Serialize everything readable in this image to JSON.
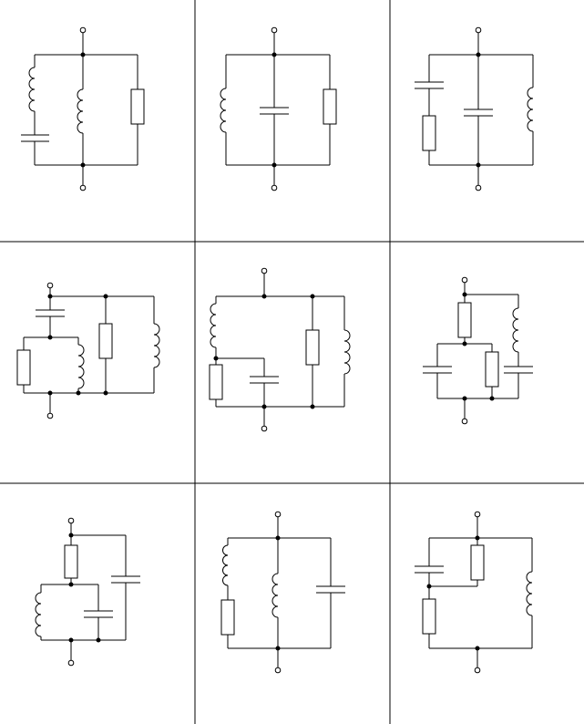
{
  "sheet": {
    "rows": 3,
    "cols": 3,
    "colors": {
      "background": "#ffffff",
      "ink": "#000000"
    }
  },
  "circuits": [
    {
      "id": "c1",
      "row": 1,
      "col": 1,
      "components": [
        "inductor",
        "capacitor",
        "inductor",
        "resistor"
      ]
    },
    {
      "id": "c2",
      "row": 1,
      "col": 2,
      "components": [
        "inductor",
        "capacitor",
        "resistor"
      ]
    },
    {
      "id": "c3",
      "row": 1,
      "col": 3,
      "components": [
        "capacitor",
        "resistor",
        "capacitor",
        "inductor"
      ]
    },
    {
      "id": "c4",
      "row": 2,
      "col": 1,
      "components": [
        "capacitor",
        "resistor",
        "inductor",
        "resistor",
        "inductor"
      ]
    },
    {
      "id": "c5",
      "row": 2,
      "col": 2,
      "components": [
        "inductor",
        "resistor",
        "capacitor",
        "resistor",
        "inductor"
      ]
    },
    {
      "id": "c6",
      "row": 2,
      "col": 3,
      "components": [
        "resistor",
        "inductor",
        "capacitor",
        "resistor",
        "capacitor"
      ]
    },
    {
      "id": "c7",
      "row": 3,
      "col": 1,
      "components": [
        "resistor",
        "capacitor",
        "inductor",
        "capacitor"
      ]
    },
    {
      "id": "c8",
      "row": 3,
      "col": 2,
      "components": [
        "inductor",
        "resistor",
        "inductor",
        "capacitor"
      ]
    },
    {
      "id": "c9",
      "row": 3,
      "col": 3,
      "components": [
        "capacitor",
        "resistor",
        "resistor",
        "inductor"
      ]
    }
  ]
}
